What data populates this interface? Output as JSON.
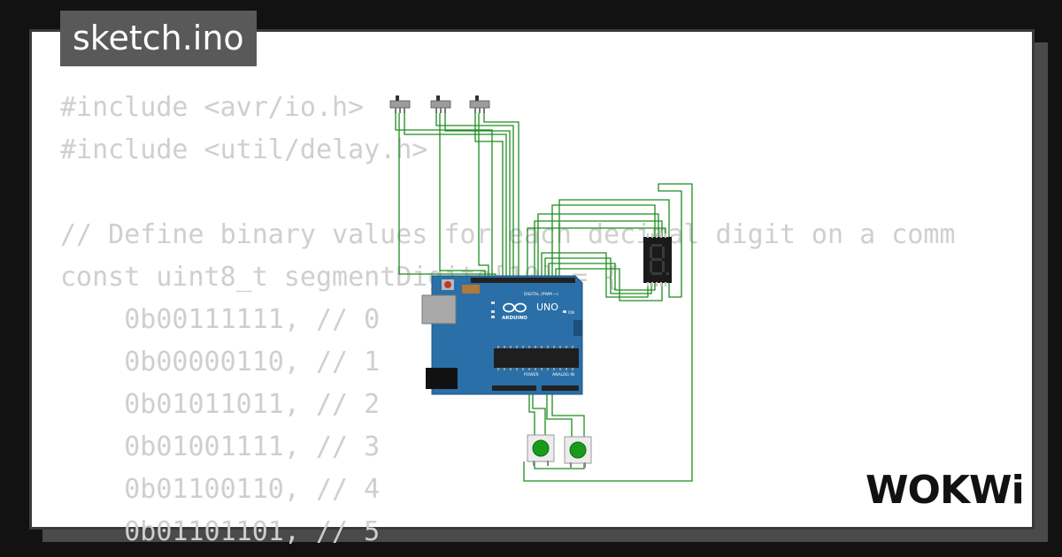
{
  "title": "sketch.ino",
  "code_lines": [
    "#include <avr/io.h>",
    "#include <util/delay.h>",
    "",
    "// Define binary values for each decimal digit on a comm",
    "const uint8_t segmentDigits[10] = {",
    "    0b00111111, // 0",
    "    0b00000110, // 1",
    "    0b01011011, // 2",
    "    0b01001111, // 3",
    "    0b01100110, // 4",
    "    0b01101101, // 5"
  ],
  "board": {
    "name": "UNO",
    "brand": "ARDUINO",
    "header_digital": "DIGITAL (PWM ~)",
    "header_power": "POWER",
    "header_analog": "ANALOG IN",
    "on_label": "ON"
  },
  "logo_text": "WOKWi",
  "colors": {
    "background": "#121212",
    "card": "#ffffff",
    "code_text": "#cfcfcf",
    "wire": "#1e8c1e",
    "board": "#2a6fa8",
    "button_cap": "#1a9a1a",
    "title_bg": "#595959"
  },
  "components": [
    "slide-switch-1",
    "slide-switch-2",
    "slide-switch-3",
    "seven-segment-display",
    "arduino-uno",
    "push-button-1",
    "push-button-2"
  ]
}
